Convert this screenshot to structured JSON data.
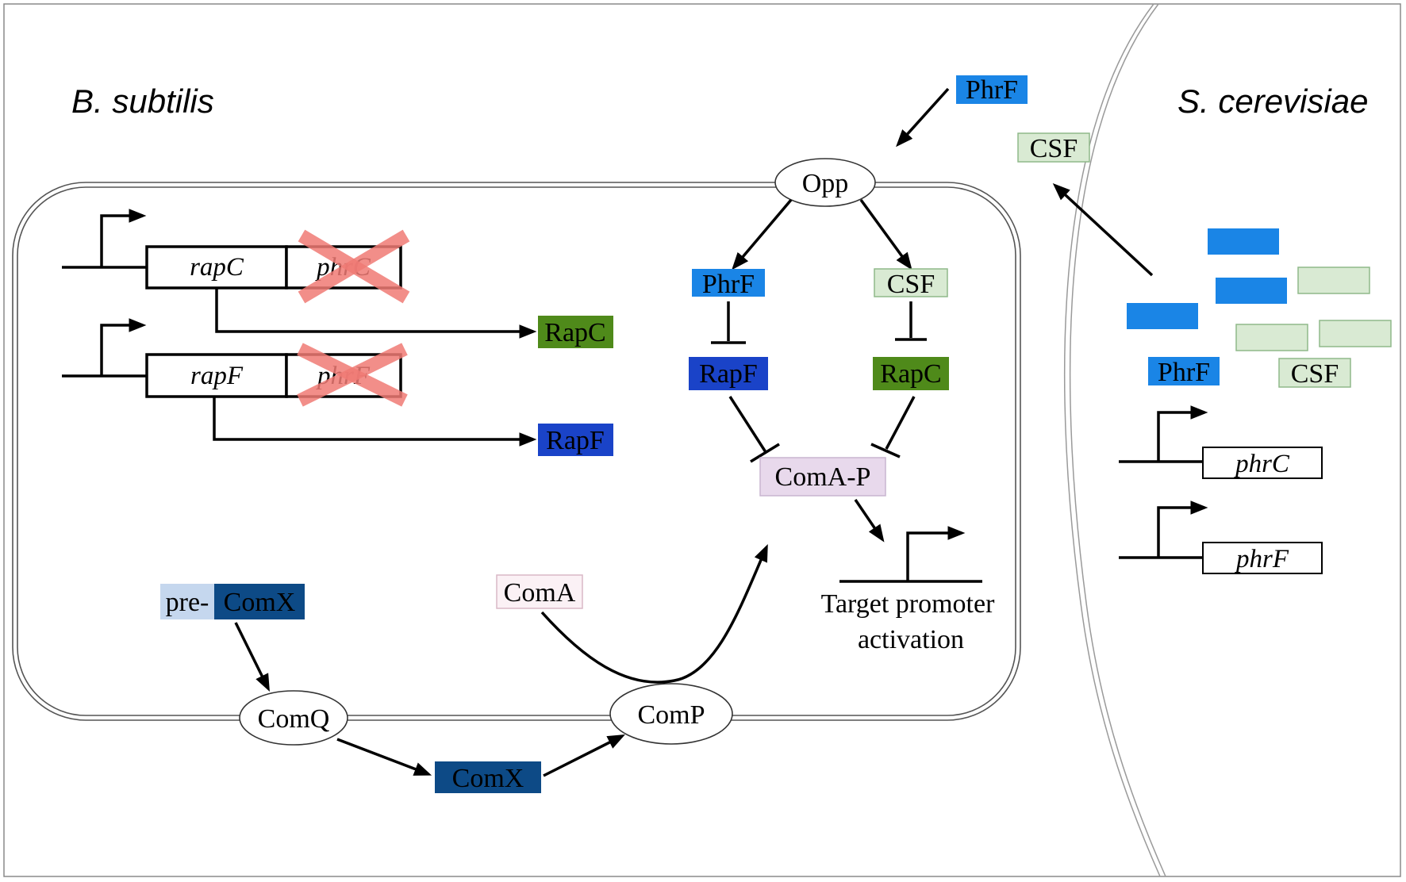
{
  "organisms": {
    "left": "B. subtilis",
    "right": "S. cerevisiae"
  },
  "genes": {
    "rapC": "rapC",
    "phrC": "phrC",
    "rapF": "rapF",
    "phrF": "phrF",
    "yeast_phrC": "phrC",
    "yeast_phrF": "phrF"
  },
  "proteins": {
    "RapC": "RapC",
    "RapF": "RapF",
    "PhrF_outside": "PhrF",
    "CSF_outside": "CSF",
    "PhrF_inside": "PhrF",
    "CSF_inside": "CSF",
    "RapF_inside": "RapF",
    "RapC_inside": "RapC",
    "ComAP": "ComA-P",
    "ComA": "ComA",
    "pre": "pre-",
    "preComX": "ComX",
    "ComX": "ComX",
    "PhrF_yeast": "PhrF",
    "CSF_yeast": "CSF"
  },
  "transporters": {
    "Opp": "Opp",
    "ComQ": "ComQ",
    "ComP": "ComP"
  },
  "target": {
    "line1": "Target promoter",
    "line2": "activation"
  },
  "colors": {
    "phrf_blue": "#1a85e6",
    "csf_green_fill": "#d9ead3",
    "csf_green_stroke": "#8fb98a",
    "rapc_green": "#4f8a1a",
    "rapf_blue": "#1a43c8",
    "comx_navy": "#0d4a86",
    "precomx_light": "#c5d7ee",
    "comap_lilac": "#e8d9ec",
    "coma_pink": "#fbf1f5",
    "knockout_red": "#f07a74"
  },
  "icons": [
    "knockout-cross-icon",
    "promoter-arrow-icon",
    "activation-arrow-icon",
    "inhibition-bar-icon"
  ]
}
